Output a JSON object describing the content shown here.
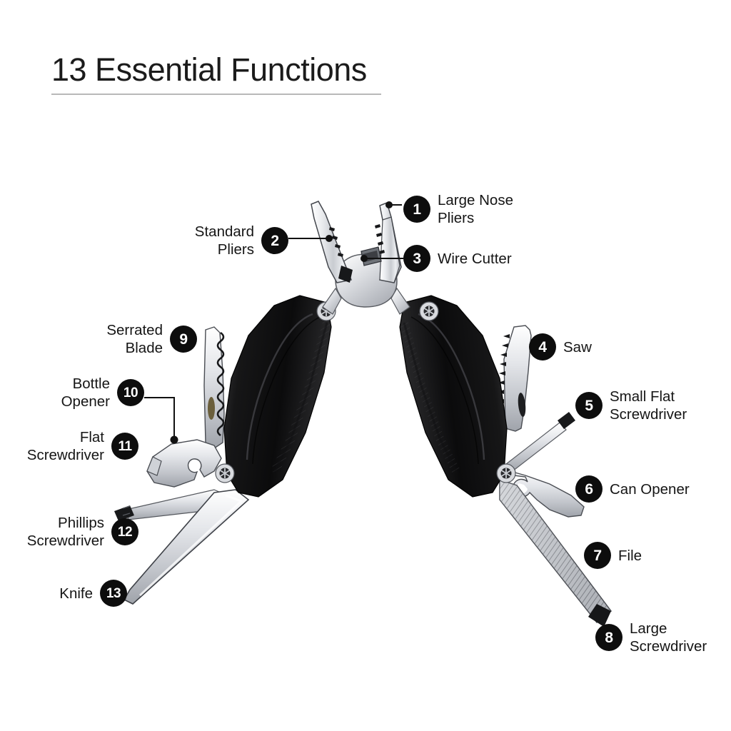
{
  "header": {
    "title": "13 Essential Functions"
  },
  "product": {
    "type": "multi-tool-pliers",
    "handle_color": "#111111",
    "steel_color": "#d8dadd",
    "badge_color": "#0d0d0d",
    "background": "#ffffff"
  },
  "callouts": [
    {
      "number": "1",
      "label": "Large Nose\nPliers",
      "side": "right"
    },
    {
      "number": "2",
      "label": "Standard\nPliers",
      "side": "left"
    },
    {
      "number": "3",
      "label": "Wire Cutter",
      "side": "right"
    },
    {
      "number": "4",
      "label": "Saw",
      "side": "right"
    },
    {
      "number": "5",
      "label": "Small Flat\nScrewdriver",
      "side": "right"
    },
    {
      "number": "6",
      "label": "Can Opener",
      "side": "right"
    },
    {
      "number": "7",
      "label": "File",
      "side": "right"
    },
    {
      "number": "8",
      "label": "Large\nScrewdriver",
      "side": "right"
    },
    {
      "number": "9",
      "label": "Serrated\nBlade",
      "side": "left"
    },
    {
      "number": "10",
      "label": "Bottle\nOpener",
      "side": "left"
    },
    {
      "number": "11",
      "label": "Flat\nScrewdriver",
      "side": "left"
    },
    {
      "number": "12",
      "label": "Phillips\nScrewdriver",
      "side": "left"
    },
    {
      "number": "13",
      "label": "Knife",
      "side": "left"
    }
  ]
}
